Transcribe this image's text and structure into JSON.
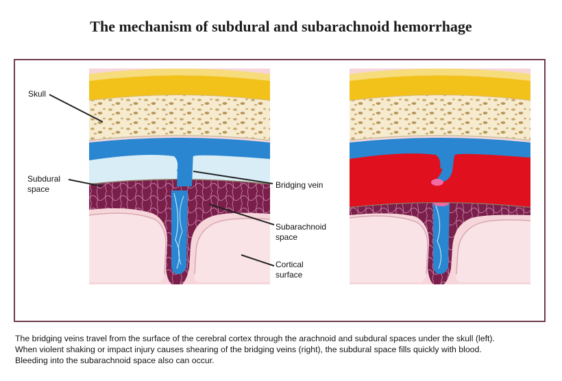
{
  "title": "The mechanism of subdural and subarachnoid hemorrhage",
  "labels": {
    "skull": "Skull",
    "subdural_line1": "Subdural",
    "subdural_line2": "space",
    "bridging_vein": "Bridging vein",
    "subarachnoid_line1": "Subarachnoid",
    "subarachnoid_line2": "space",
    "cortical_line1": "Cortical",
    "cortical_line2": "surface"
  },
  "caption": [
    "The bridging veins travel from the surface of the cerebral cortex through the arachnoid and subdural spaces under the skull (left).",
    "When violent shaking or impact injury causes shearing of the bridging veins (right), the subdural space fills quickly with blood.",
    "Bleeding into the subarachnoid space also can occur."
  ],
  "colors": {
    "frame": "#6e3a4a",
    "skull_outer": "#f2c21b",
    "skull_bone": "#f6ebcf",
    "vein": "#2a86d0",
    "subdural_space": "#d9edf6",
    "subdural_blood": "#e0101e",
    "subarachnoid": "#7a1f4a",
    "cortex": "#f6d6da"
  }
}
